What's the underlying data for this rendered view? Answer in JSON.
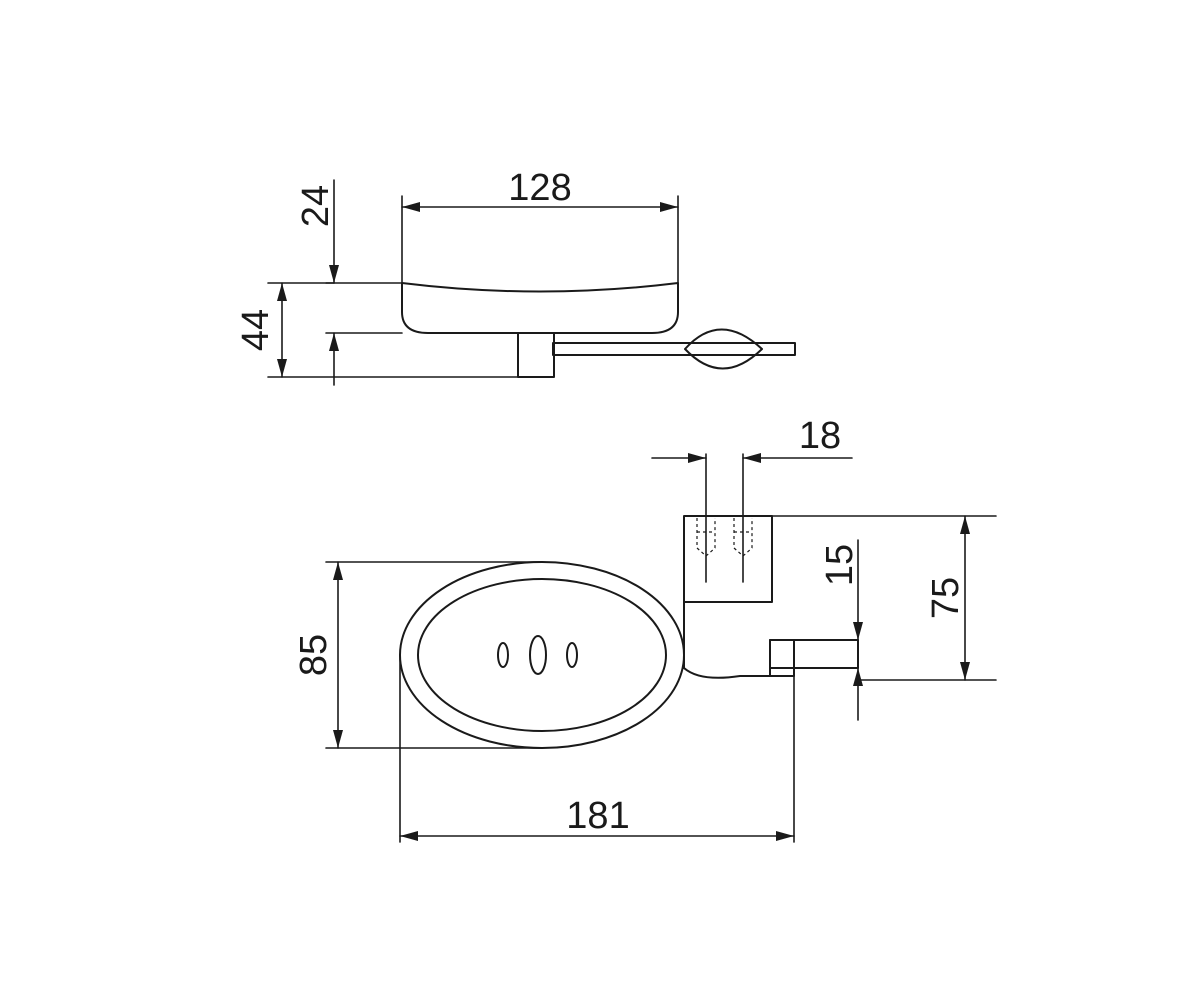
{
  "drawing": {
    "dimensions": {
      "top_width": "128",
      "top_depth": "24",
      "top_height": "44",
      "mount_spacing": "18",
      "mount_offset": "15",
      "mount_height": "75",
      "tray_height": "85",
      "total_length": "181"
    }
  }
}
